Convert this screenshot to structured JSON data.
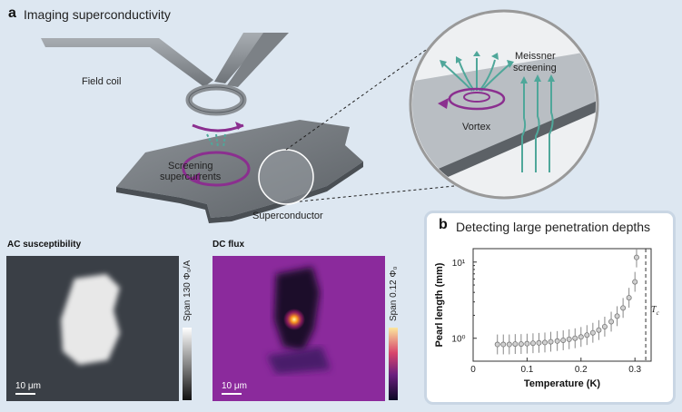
{
  "panel_a": {
    "letter": "a",
    "title": "Imaging superconductivity",
    "labels": {
      "field_coil": "Field coil",
      "screening": "Screening",
      "supercurrents": "supercurrents",
      "superconductor": "Superconductor",
      "vortex": "Vortex",
      "meissner": "Meissner",
      "screening_inset": "screening"
    }
  },
  "ac_map": {
    "title": "AC susceptibility",
    "scalebar": "10 μm",
    "colorbar_label": "Span 130 Φ₀/A"
  },
  "dc_map": {
    "title": "DC flux",
    "scalebar": "10 μm",
    "colorbar_label": "Span 0.12 Φ₀"
  },
  "panel_b": {
    "letter": "b",
    "title": "Detecting large penetration depths"
  },
  "chart_data": {
    "type": "scatter",
    "xlabel": "Temperature (K)",
    "ylabel": "Pearl length (mm)",
    "xlim": [
      0,
      0.33
    ],
    "ylim_log": [
      0.5,
      15
    ],
    "y_scale": "log",
    "xticks": [
      "0",
      "0.1",
      "0.2",
      "0.3"
    ],
    "yticks": [
      "10⁰",
      "10¹"
    ],
    "tc_label": "T",
    "tc_sub": "c",
    "tc_value": 0.32,
    "x": [
      0.045,
      0.056,
      0.067,
      0.078,
      0.089,
      0.1,
      0.111,
      0.122,
      0.133,
      0.144,
      0.156,
      0.167,
      0.178,
      0.189,
      0.2,
      0.211,
      0.222,
      0.233,
      0.244,
      0.256,
      0.267,
      0.278,
      0.289,
      0.3,
      0.303
    ],
    "y": [
      0.83,
      0.83,
      0.83,
      0.84,
      0.84,
      0.85,
      0.86,
      0.87,
      0.88,
      0.9,
      0.92,
      0.94,
      0.97,
      1.0,
      1.04,
      1.1,
      1.18,
      1.28,
      1.42,
      1.65,
      1.95,
      2.5,
      3.4,
      5.5,
      11.5
    ],
    "err_rel": 0.35,
    "grid": false
  }
}
